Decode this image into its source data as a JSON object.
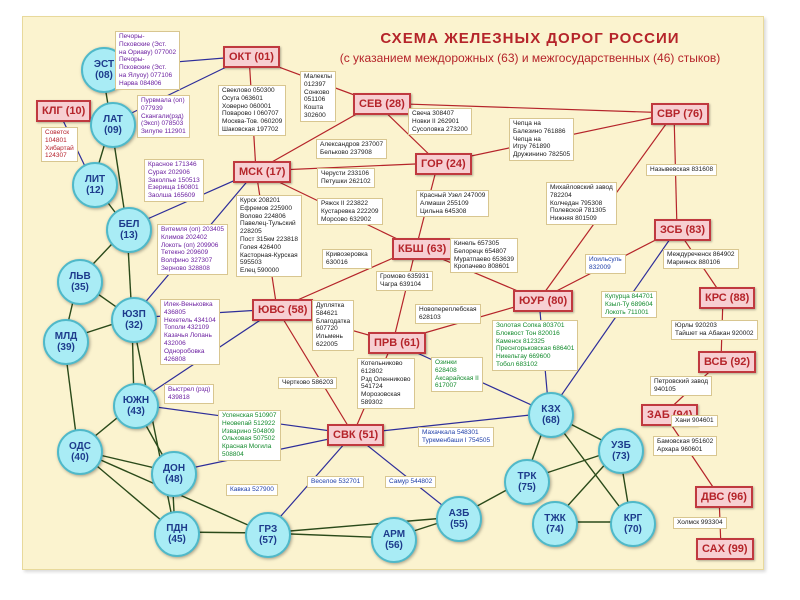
{
  "title": {
    "line1": "СХЕМА ЖЕЛЕЗНЫХ ДОРОГ РОССИИ",
    "line2": "(с указанием междорожных (63) и межгосударственных (46) стыков)"
  },
  "colors": {
    "background": "#fbf3cf",
    "roadFill": "#f7cfd2",
    "roadBorder": "#c0393f",
    "countryFill": "#a9ecf5",
    "countryBorder": "#4fb9c9",
    "domesticEdge": "#b5242a",
    "internationalEdge": "#2d2d9a",
    "neighborEdge": "#2a4a1a"
  },
  "roads": {
    "okt": {
      "label": "ОКТ (01)"
    },
    "sev": {
      "label": "СЕВ (28)"
    },
    "msk": {
      "label": "МСК (17)"
    },
    "gor": {
      "label": "ГОР (24)"
    },
    "kbsh": {
      "label": "КБШ (63)"
    },
    "yuvs": {
      "label": "ЮВС (58)"
    },
    "prv": {
      "label": "ПРВ (61)"
    },
    "yuur": {
      "label": "ЮУР (80)"
    },
    "svr": {
      "label": "СВР (76)"
    },
    "zsb": {
      "label": "ЗСБ (83)"
    },
    "krs": {
      "label": "КРС (88)"
    },
    "vsb": {
      "label": "ВСБ (92)"
    },
    "zab": {
      "label": "ЗАБ (94)"
    },
    "dvs": {
      "label": "ДВС (96)"
    },
    "sah": {
      "label": "САХ (99)"
    },
    "skv": {
      "label": "СВК (51)"
    },
    "klg": {
      "label": "КЛГ (10)"
    }
  },
  "countries": {
    "est": {
      "name": "ЭСТ",
      "code": "(08)"
    },
    "lat": {
      "name": "ЛАТ",
      "code": "(09)"
    },
    "lit": {
      "name": "ЛИТ",
      "code": "(12)"
    },
    "bel": {
      "name": "БЕЛ",
      "code": "(13)"
    },
    "lvv": {
      "name": "ЛЬВ",
      "code": "(35)"
    },
    "yuzp": {
      "name": "ЮЗП",
      "code": "(32)"
    },
    "mld": {
      "name": "МЛД",
      "code": "(39)"
    },
    "yuzhn": {
      "name": "ЮЖН",
      "code": "(43)"
    },
    "ods": {
      "name": "ОДС",
      "code": "(40)"
    },
    "don": {
      "name": "ДОН",
      "code": "(48)"
    },
    "pdn": {
      "name": "ПДН",
      "code": "(45)"
    },
    "grz": {
      "name": "ГРЗ",
      "code": "(57)"
    },
    "arm": {
      "name": "АРМ",
      "code": "(56)"
    },
    "azb": {
      "name": "АЗБ",
      "code": "(55)"
    },
    "kzh": {
      "name": "КЗХ",
      "code": "(68)"
    },
    "trk": {
      "name": "ТРК",
      "code": "(75)"
    },
    "tzhk": {
      "name": "ТЖК",
      "code": "(74)"
    },
    "uzb": {
      "name": "УЗБ",
      "code": "(73)"
    },
    "krg": {
      "name": "КРГ",
      "code": "(70)"
    }
  },
  "boxes": {
    "b1": [
      "Печоры-",
      "Псковские (Эст.",
      "на Ориаву) 077002",
      "Печоры-",
      "Псковские (Эст.",
      "на Ялуоу) 077106",
      "Нарва 084806"
    ],
    "b2": [
      "Пурвмала (оп)",
      "077939",
      "Скангали(рзд)",
      "(Эксп) 078503",
      "Зилупе 112901"
    ],
    "b3": [
      "Советск",
      "104801",
      "Хибартай",
      "124307"
    ],
    "b4": [
      "Свеклово 050300",
      "Осуга 063601",
      "Ховерно 060001",
      "Поварово I 060707",
      "Москва-Тов. 060209",
      "Шаковская 197702"
    ],
    "b5": [
      "Малеклы",
      "012397",
      "Сонково",
      "051106",
      "Кошта",
      "302600"
    ],
    "b6": [
      "Свеча 308407",
      "Новки II 262901",
      "Сусоловка 273200"
    ],
    "b7": [
      "Александров 237007",
      "Бельково 237908"
    ],
    "b8": [
      "Чепца на",
      "Балезино 761886",
      "Чепца на",
      "Игру 761890",
      "Дружинино 782505"
    ],
    "b9": [
      "Красное 171346",
      "Сурах 202906",
      "Заколпье 150513",
      "Езерища 160801",
      "Заолша 165609"
    ],
    "b10": [
      "Черусти 233106",
      "Петушки 262102"
    ],
    "b11": [
      "Красный Узел 247009",
      "Алмаши 255109",
      "Цильна 645308"
    ],
    "b12": [
      "Назывевская 831608"
    ],
    "b13": [
      "Михайловский завод",
      "782204",
      "Колчедан 795308",
      "Полевской 781305",
      "Нижняя 801509"
    ],
    "b14": [
      "Витемля (оп) 203405",
      "Климов 202402",
      "Локоть (оп) 209906",
      "Тетекно 209609",
      "Волфино 327307",
      "Зерново 328808"
    ],
    "b15": [
      "Курск 208201",
      "Ефремов 225900",
      "Волово 224806",
      "Павелец-Тульский",
      "228205",
      "Пост 315км 223818",
      "Голея 426400",
      "Касторная-Курская",
      "595503",
      "Елец 590000"
    ],
    "b16": [
      "Ряжск II 223822",
      "Кустаревка 222209",
      "Морсово 632902"
    ],
    "b17": [
      "Кривозеровка",
      "630016"
    ],
    "b18": [
      "Кинель 657305",
      "Белорецк 654807",
      "Муратпаево 653639",
      "Кропачево 808601"
    ],
    "b19": [
      "Громово 635931",
      "Чагра 639104"
    ],
    "b20": [
      "Иоильсуль",
      "832009"
    ],
    "b21": [
      "Междуреченск 864902",
      "Мариинск 880106"
    ],
    "b22": [
      "Илек-Веньковка",
      "436805",
      "Нехетель 434104",
      "Тополи 432109",
      "Казачья Лопань",
      "432006",
      "Одноробовка",
      "426808"
    ],
    "b23": [
      "Дуплятка",
      "584621",
      "Благодатка",
      "607720",
      "Ильмень",
      "622005"
    ],
    "b24": [
      "Новопереплебская",
      "628103"
    ],
    "b25": [
      "Золотая Сопка 803701",
      "Блоквост Тон 820016",
      "Каменск 812325",
      "Преснгорьковская 686401",
      "Никельтау 669600",
      "Тобол 683102"
    ],
    "b26": [
      "Купурца 844701",
      "Кзыл-Ту 689604",
      "Локоть 711001"
    ],
    "b27": [
      "Юрлы 920203",
      "Тайшет на Абакан 920002"
    ],
    "b28": [
      "Выстрел (рзд)",
      "439818"
    ],
    "b29": [
      "Чертково 586203"
    ],
    "b30": [
      "Котельниково",
      "612802",
      "Рзд Оленниково",
      "541724",
      "Морозовская",
      "589302"
    ],
    "b31": [
      "Озинки",
      "628408",
      "Аксарайская II",
      "617007"
    ],
    "b32": [
      "Петровский завод",
      "940105"
    ],
    "b33": [
      "Успенская 510907",
      "Неовепай 512922",
      "Изварино 504809",
      "Ольховая 507502",
      "Красная Могила",
      "508804"
    ],
    "b34": [
      "Махачкала 548301",
      "Туркменбаши I 754505"
    ],
    "b35": [
      "Хани 904601"
    ],
    "b36": [
      "Бамовская 951602",
      "Архара 960601"
    ],
    "b37": [
      "Кавказ 527900"
    ],
    "b38": [
      "Веселое 532701"
    ],
    "b39": [
      "Самур 544802"
    ],
    "b40": [
      "Холмск 993304"
    ]
  }
}
